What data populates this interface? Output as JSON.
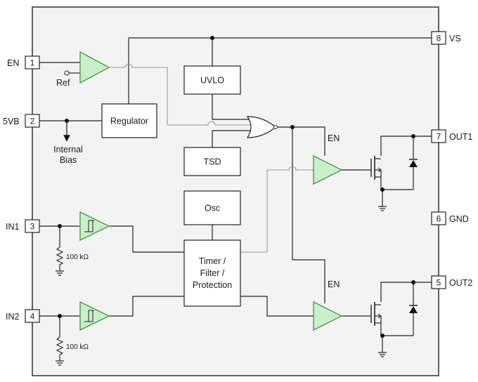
{
  "pins": {
    "en": {
      "number": "1",
      "name": "EN"
    },
    "v5b": {
      "number": "2",
      "name": "5VB"
    },
    "in1": {
      "number": "3",
      "name": "IN1"
    },
    "in2": {
      "number": "4",
      "name": "IN2"
    },
    "out2": {
      "number": "5",
      "name": "OUT2"
    },
    "gnd": {
      "number": "6",
      "name": "GND"
    },
    "out1": {
      "number": "7",
      "name": "OUT1"
    },
    "vs": {
      "number": "8",
      "name": "VS"
    }
  },
  "blocks": {
    "regulator": "Regulator",
    "uvlo": "UVLO",
    "tsd": "TSD",
    "osc": "Osc",
    "timer_line1": "Timer /",
    "timer_line2": "Filter /",
    "timer_line3": "Protection"
  },
  "labels": {
    "ref": "Ref",
    "internal": "Internal",
    "bias": "Bias",
    "resistor1": "100 kΩ",
    "resistor2": "100 kΩ",
    "en_driver1": "EN",
    "en_driver2": "EN"
  },
  "colors": {
    "amplifier_fill": "#c9efc9",
    "amplifier_stroke": "#3b8a3b",
    "package_fill": "#f3f3f3"
  }
}
